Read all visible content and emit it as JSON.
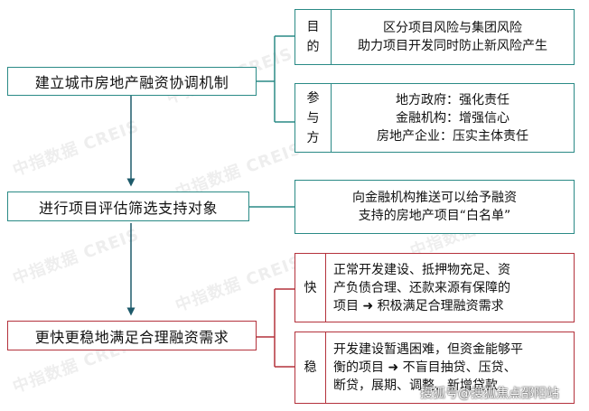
{
  "watermark": "中指数据 CREIS",
  "main_steps": [
    "建立城市房地产融资协调机制",
    "进行项目评估筛选支持对象",
    "更快更稳地满足合理融资需求"
  ],
  "goal": {
    "label": "目的",
    "lines": [
      "区分项目风险与集团风险",
      "助力项目开发同时防止新风险产生"
    ]
  },
  "participants": {
    "label": "参与方",
    "lines": [
      "地方政府：强化责任",
      "金融机构：增强信心",
      "房地产企业：压实主体责任"
    ]
  },
  "whitelist": {
    "lines": [
      "向金融机构推送可以给予融资",
      "支持的房地产项目“白名单”"
    ]
  },
  "faster": {
    "label": "快",
    "lines": [
      "正常开发建设、抵押物充足、资",
      "产负债合理、还款来源有保障的",
      "项目 ➜ 积极满足合理融资需求"
    ]
  },
  "steadier": {
    "label": "稳",
    "lines": [
      "开发建设暂遇困难，但资金能够平",
      "衡的项目 ➜ 不盲目抽贷、压贷、",
      "断贷，展期、调整、新增贷款"
    ]
  },
  "footer": "搜狐号@搜狐焦点邵阳站",
  "colors": {
    "teal": "#2a8a86",
    "red": "#b4323c",
    "arrow": "#1d5a6a"
  }
}
